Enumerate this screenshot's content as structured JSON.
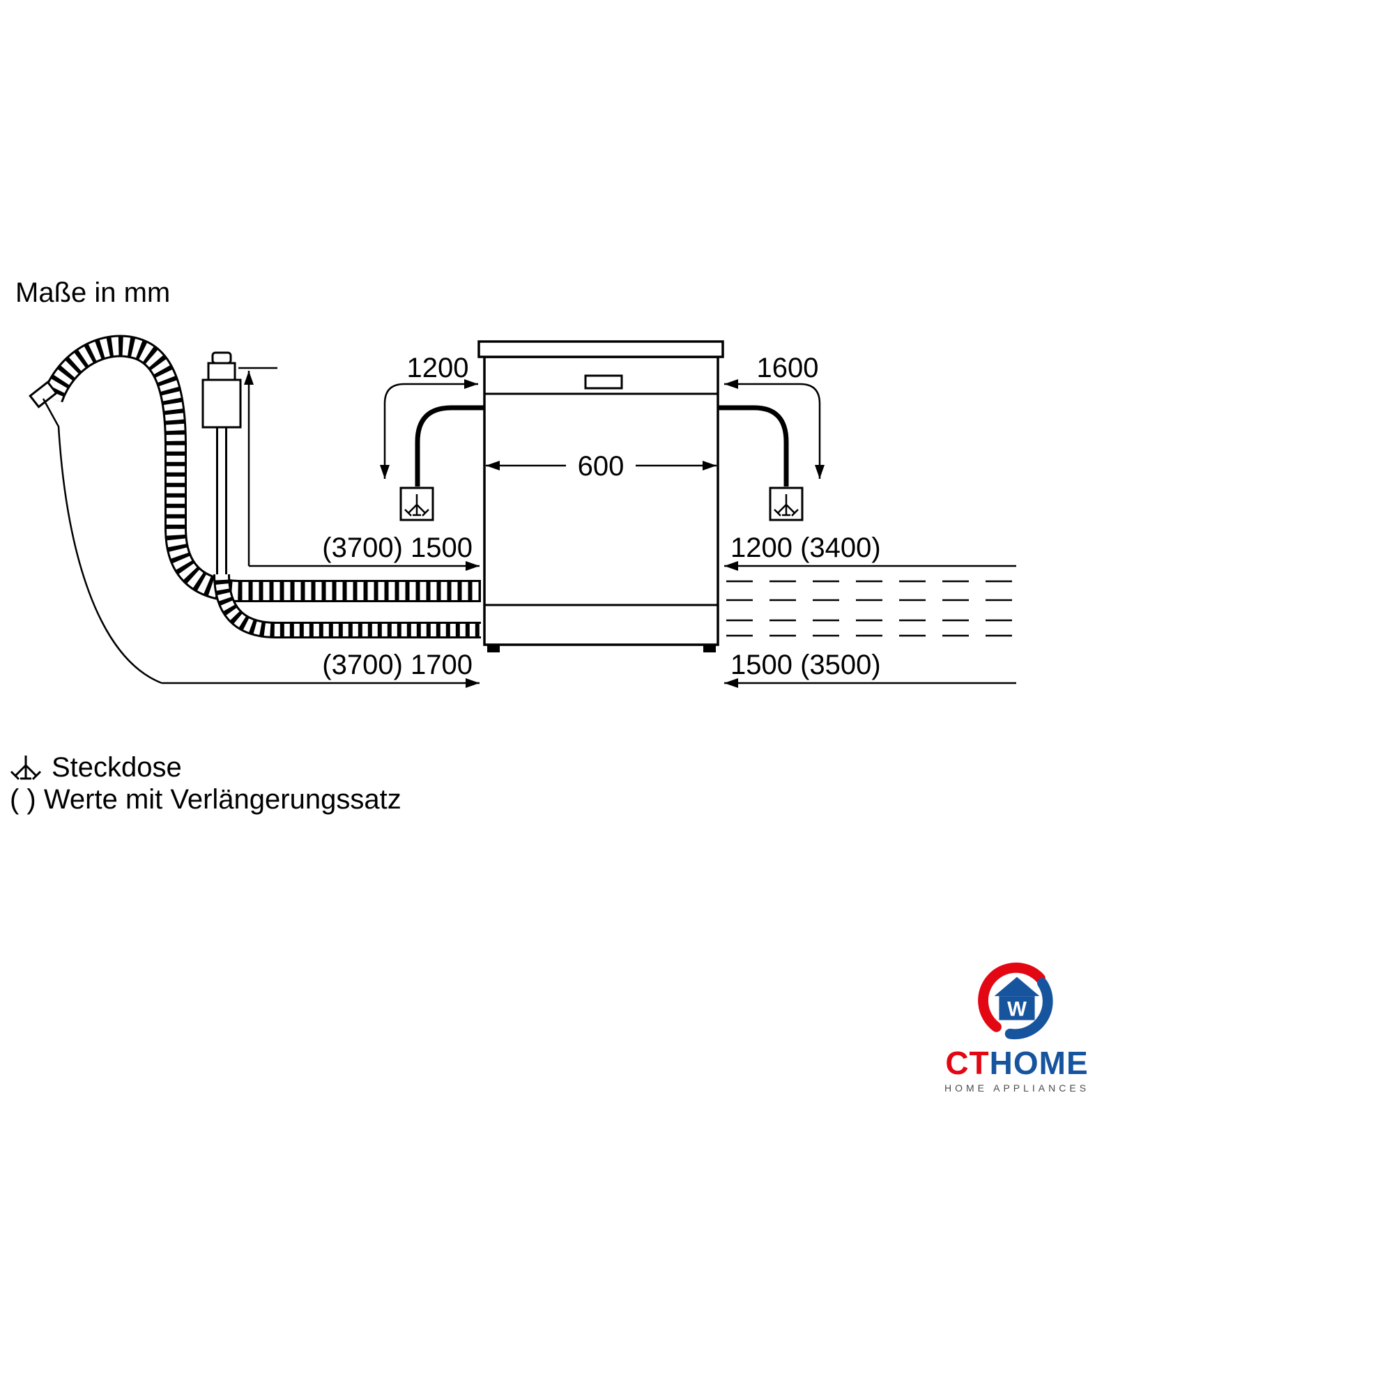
{
  "title": "Maße in mm",
  "dims": {
    "socket_left": "1200",
    "socket_right": "1600",
    "width": "600",
    "upper_left": "(3700) 1500",
    "upper_right": "1200 (3400)",
    "lower_left": "(3700) 1700",
    "lower_right": "1500 (3500)"
  },
  "legend": {
    "socket_label": "Steckdose",
    "extension_note": "( ) Werte mit Verlängerungssatz"
  },
  "logo": {
    "brand_red": "CT",
    "brand_blue": "HOME",
    "tagline": "HOME APPLIANCES",
    "mark_letter": "W"
  },
  "colors": {
    "line": "#000000",
    "logo_red": "#e30613",
    "logo_blue": "#17549e",
    "tagline_gray": "#4a4a4a"
  }
}
